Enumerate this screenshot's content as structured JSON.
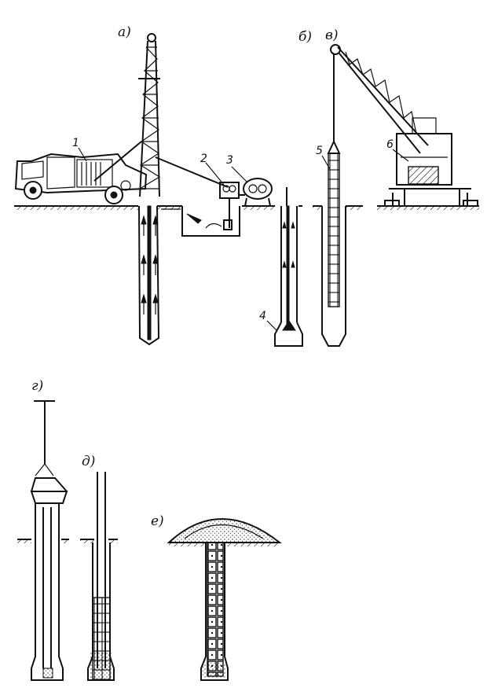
{
  "figure": {
    "panel_labels": {
      "a": "а)",
      "b": "б)",
      "v": "в)",
      "g": "г)",
      "d": "д)",
      "e": "е)"
    },
    "callouts": {
      "c1": "1",
      "c2": "2",
      "c3": "3",
      "c4": "4",
      "c5": "5",
      "c6": "6"
    }
  }
}
